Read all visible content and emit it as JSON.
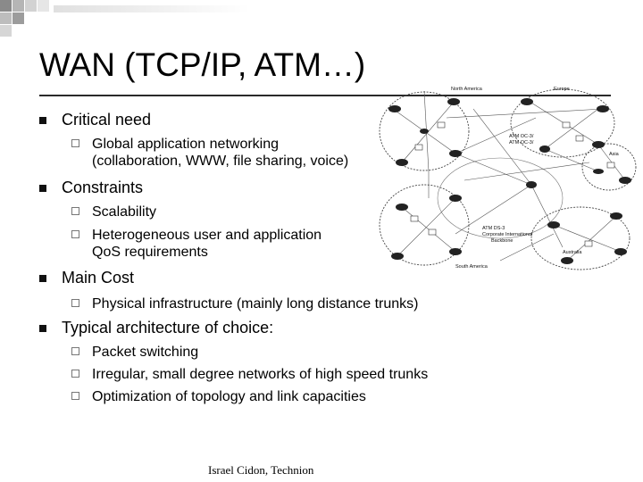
{
  "slide": {
    "title": "WAN (TCP/IP, ATM…)",
    "bullets": [
      {
        "text": "Critical need",
        "subs": [
          {
            "lines": [
              "Global application networking",
              "(collaboration, WWW, file sharing, voice)"
            ]
          }
        ]
      },
      {
        "text": "Constraints",
        "subs": [
          {
            "lines": [
              "Scalability"
            ]
          },
          {
            "lines": [
              "Heterogeneous user and application",
              "QoS requirements"
            ]
          }
        ]
      },
      {
        "text": "Main Cost",
        "subs": [
          {
            "lines": [
              "Physical infrastructure (mainly long distance trunks)"
            ]
          }
        ]
      },
      {
        "text": "Typical architecture of choice:",
        "subs": [
          {
            "lines": [
              "Packet switching"
            ]
          },
          {
            "lines": [
              "Irregular, small degree networks  of high speed trunks"
            ]
          },
          {
            "lines": [
              "Optimization of topology and link capacities"
            ]
          }
        ]
      }
    ],
    "footer": "Israel Cidon, Technion"
  },
  "network_map": {
    "labels": {
      "north_america": "North America",
      "europe": "Europe",
      "asia": "Asia",
      "atm_oc3": "ATM OC-3/",
      "atm_oc3b": "ATM OC-3/",
      "atm_ds3": "ATM DS-3",
      "corporate_line1": "Corporate International",
      "corporate_line2": "Backbone",
      "australia": "Australia",
      "south_america": "South America"
    }
  },
  "colors": {
    "bullet": "#111111",
    "sub_box": "#777777",
    "corner_dark": "#8a8a8a",
    "corner_light": "#d0d0d0"
  }
}
